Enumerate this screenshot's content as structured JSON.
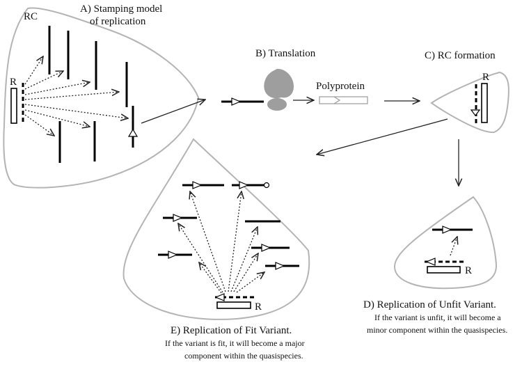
{
  "labels": {
    "rc": "RC",
    "stamping_line1": "A) Stamping model",
    "stamping_line2": "of replication",
    "translation": "B) Translation",
    "polyprotein": "Polyprotein",
    "rc_formation": "C) RC formation",
    "r_template_a": "R",
    "r_template_c": "R",
    "r_template_d": "R",
    "r_template_e": "R"
  },
  "captions": {
    "unfit_title": "D) Replication of Unfit Variant.",
    "unfit_line1": "If the variant is unfit, it will become a",
    "unfit_line2": "minor component within the quasispecies.",
    "fit_title": "E) Replication of Fit Variant.",
    "fit_line1": "If the variant is fit, it will become a major",
    "fit_line2": "component within the quasispecies."
  },
  "colors": {
    "region_outline": "#b4b4b4",
    "ribosome": "#9e9e9e",
    "polyprotein_outline": "#999999"
  }
}
